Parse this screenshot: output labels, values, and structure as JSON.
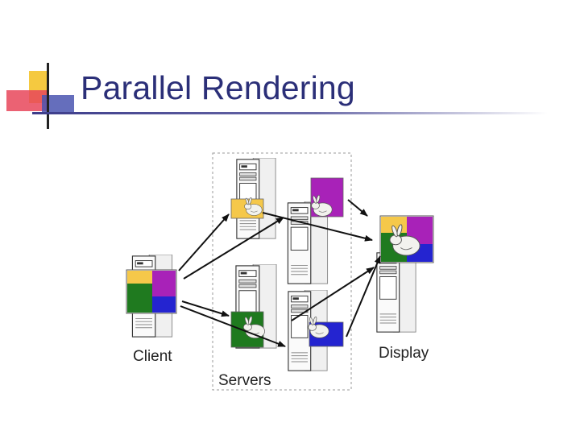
{
  "slide": {
    "title": "Parallel Rendering"
  },
  "diagram": {
    "labels": {
      "client": "Client",
      "servers": "Servers",
      "display": "Display"
    },
    "colors": {
      "title": "#2b2f78",
      "tile_yellow": "#f5c84a",
      "tile_magenta": "#a822b8",
      "tile_green": "#1f7a1f",
      "tile_blue": "#2424d0",
      "arrow": "#111111"
    },
    "icons": [
      "computer-tower-icon",
      "rendered-tile-icon",
      "arrow-icon"
    ]
  }
}
